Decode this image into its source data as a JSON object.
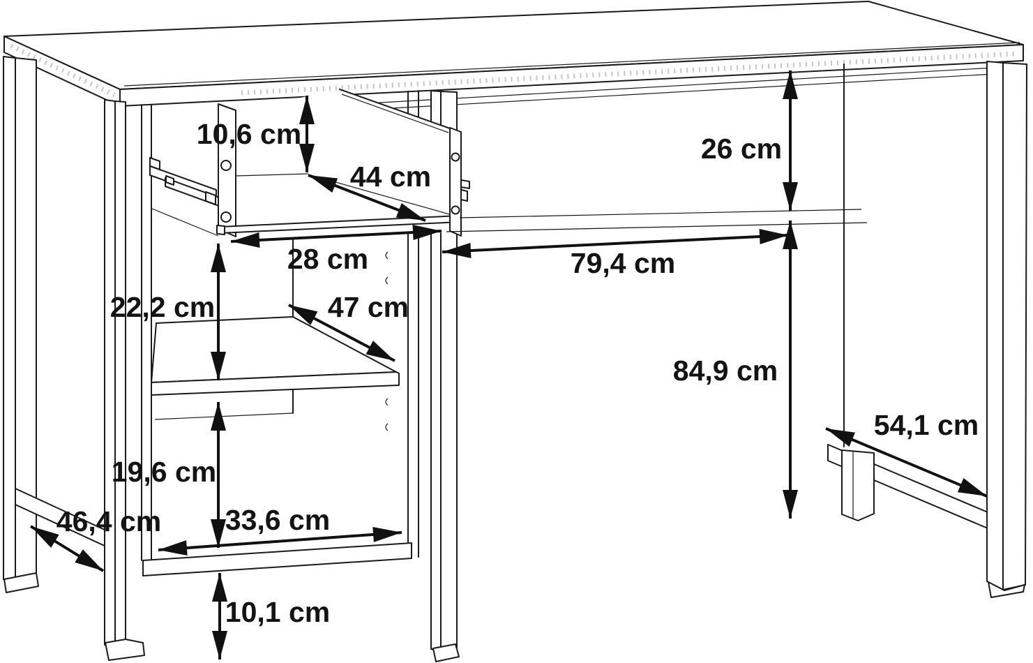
{
  "diagram": {
    "kind": "furniture dimension drawing",
    "subject": "desk with open drawer, two shelves and four legs",
    "unit": "cm",
    "colors": {
      "line": "#1a1a1a",
      "dimension": "#111111",
      "background": "#ffffff"
    }
  },
  "dimensions": {
    "drawer_inner_height": {
      "label": "10,6 cm",
      "value": 10.6,
      "unit": "cm"
    },
    "drawer_inner_depth": {
      "label": "44 cm",
      "value": 44,
      "unit": "cm"
    },
    "apron_height": {
      "label": "26 cm",
      "value": 26,
      "unit": "cm"
    },
    "drawer_opening_width": {
      "label": "28 cm",
      "value": 28,
      "unit": "cm"
    },
    "legroom_width": {
      "label": "79,4 cm",
      "value": 79.4,
      "unit": "cm"
    },
    "upper_compartment_height": {
      "label": "22,2 cm",
      "value": 22.2,
      "unit": "cm"
    },
    "shelf_depth": {
      "label": "47 cm",
      "value": 47,
      "unit": "cm"
    },
    "desk_height": {
      "label": "84,9 cm",
      "value": 84.9,
      "unit": "cm"
    },
    "side_frame_depth": {
      "label": "54,1 cm",
      "value": 54.1,
      "unit": "cm"
    },
    "lower_compartment_height": {
      "label": "19,6 cm",
      "value": 19.6,
      "unit": "cm"
    },
    "left_frame_depth": {
      "label": "46,4 cm",
      "value": 46.4,
      "unit": "cm"
    },
    "bottom_shelf_width": {
      "label": "33,6 cm",
      "value": 33.6,
      "unit": "cm"
    },
    "floor_clearance": {
      "label": "10,1 cm",
      "value": 10.1,
      "unit": "cm"
    }
  }
}
